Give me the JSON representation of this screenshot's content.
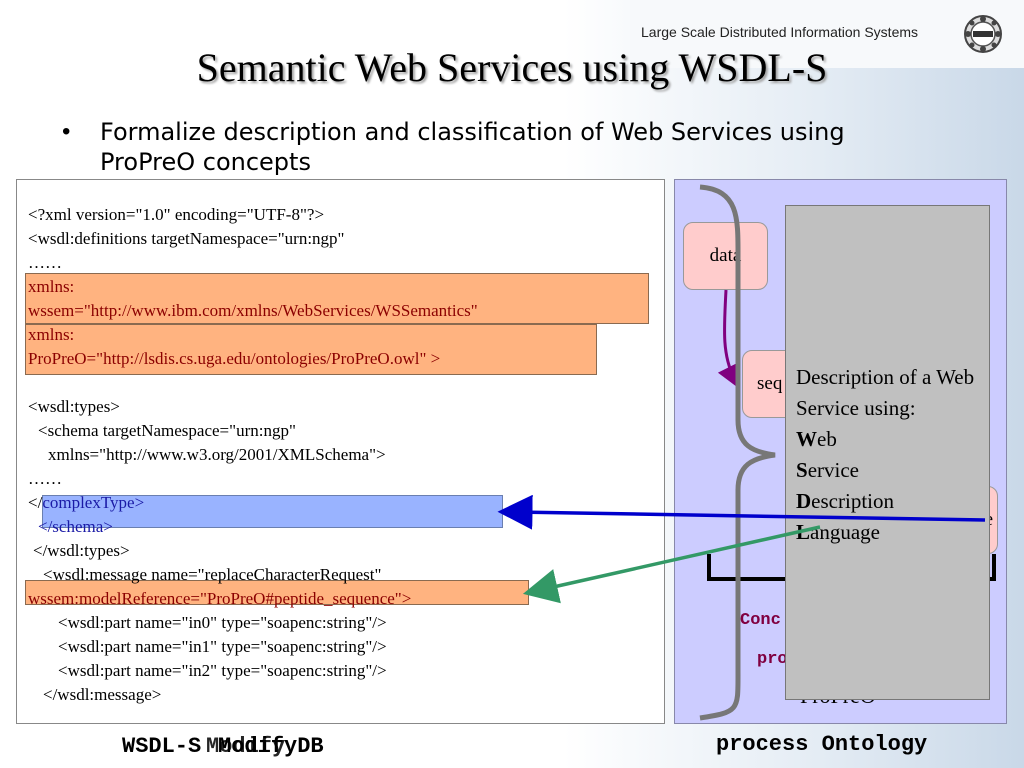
{
  "header": {
    "org_name": "Large Scale Distributed Information Systems",
    "logo_icon": "lsdis-logo-icon"
  },
  "slide": {
    "title": "Semantic Web Services using WSDL-S",
    "bullet_marker": "•",
    "bullet": "Formalize description and classification of Web Services using ProPreO concepts"
  },
  "xml": {
    "line1": "<?xml version=\"1.0\" encoding=\"UTF-8\"?>",
    "line2": "<wsdl:definitions targetNamespace=\"urn:ngp\"",
    "line3": "……",
    "line4a": "xmlns:",
    "line4b": "wssem=\"http://www.ibm.com/xmlns/WebServices/WSSemantics\"",
    "line5a": " xmlns:",
    "line5b": "ProPreO=\"http://lsdis.cs.uga.edu/ontologies/ProPreO.owl\" >",
    "line6": "<wsdl:types>",
    "line7": "  <schema targetNamespace=\"urn:ngp\"",
    "line8": "    xmlns=\"http://www.w3.org/2001/XMLSchema\">",
    "line9": "……",
    "line10_prefix": "</",
    "line10_rest": "complexType>",
    "line11": "  </schema>",
    "line12": " </wsdl:types>",
    "line13": "   <wsdl:message name=\"replaceCharacterRequest\"",
    "line14": "wssem:modelReference=\"ProPreO#peptide_sequence\">",
    "line15": "      <wsdl:part name=\"in0\" type=\"soapenc:string\"/>",
    "line16": "      <wsdl:part name=\"in1\" type=\"soapenc:string\"/>",
    "line17": "      <wsdl:part name=\"in2\" type=\"soapenc:string\"/>",
    "line18": "   </wsdl:message>"
  },
  "ontology": {
    "node_data": "data",
    "node_seq": "seq",
    "node_right_fragment": "e",
    "concept_fragment": "Conc",
    "pro_fragment": "pro",
    "propreo_fragment": "ProPreO"
  },
  "description": {
    "line1": "Description of a Web Service using:",
    "w_bold": "W",
    "w_rest": "eb",
    "s_bold": "S",
    "s_rest": "ervice",
    "d_bold": "D",
    "d_rest": "escription",
    "l_bold": "L",
    "l_rest": "anguage"
  },
  "footer": {
    "left_a": "WSDL-S",
    "left_b": "ModifyDB",
    "left_c": "Modify",
    "right": "process Ontology"
  },
  "colors": {
    "orange_highlight": "#ffb380",
    "blue_highlight": "#99b3ff",
    "ontology_panel": "#ccccff",
    "node_fill": "#ffcccc",
    "blue_arrow": "#0000cc",
    "green_arrow": "#339966",
    "purple_arrow": "#800080"
  }
}
